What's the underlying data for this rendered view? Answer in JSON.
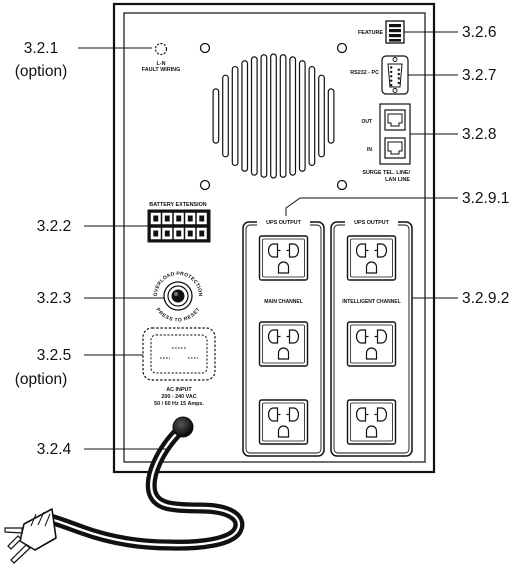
{
  "callouts": {
    "c321": "3.2.1",
    "c321_option": "(option)",
    "c322": "3.2.2",
    "c323": "3.2.3",
    "c325": "3.2.5",
    "c325_option": "(option)",
    "c324": "3.2.4",
    "c326": "3.2.6",
    "c327": "3.2.7",
    "c328": "3.2.8",
    "c3291": "3.2.9.1",
    "c3292": "3.2.9.2"
  },
  "panel_labels": {
    "ln_fault_line1": "L-N",
    "ln_fault_line2": "FAULT WIRING",
    "feature": "FEATURE",
    "rs232": "RS232 - PC",
    "out": "OUT",
    "in": "IN",
    "surge_line1": "SURGE TEL. LINE/",
    "surge_line2": "LAN LINE",
    "battery_extension": "BATTERY EXTENSION",
    "overload_protection": "OVERLOAD PROTECTION",
    "press_to_reset": "PRESS TO RESET",
    "ac_input": "AC INPUT",
    "ac_voltage": "200 - 240 VAC",
    "ac_rating": "50 / 60 Hz  15 Amps.",
    "ups_output_left": "UPS OUTPUT",
    "ups_output_right": "UPS OUTPUT",
    "main_channel": "MAIN CHANNEL",
    "intelligent_channel": "INTELLIGENT CHANNEL"
  }
}
